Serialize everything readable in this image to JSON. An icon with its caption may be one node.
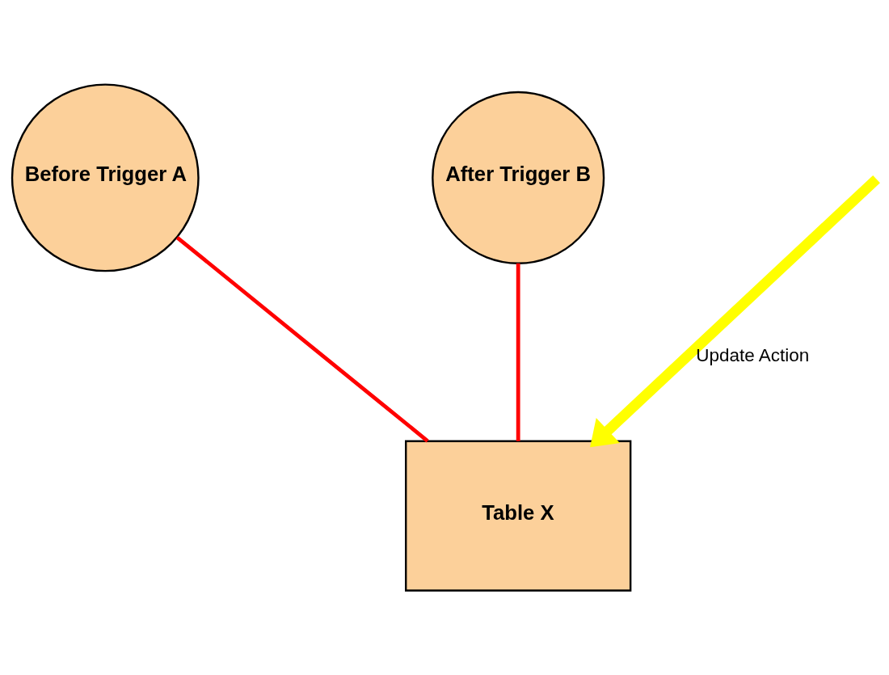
{
  "diagram": {
    "nodes": [
      {
        "text": [
          "Before Trigger A"
        ]
      },
      {
        "text": [
          "After Trigger B"
        ]
      },
      {
        "text": [
          "Table X"
        ]
      }
    ],
    "edges": [
      {
        "from": 0,
        "to": 2,
        "arrow": "none"
      },
      {
        "from": 1,
        "to": 2,
        "arrow": "none"
      },
      {
        "from": null,
        "to": 2,
        "arrow": "to",
        "label": "Update Action",
        "style": "thick",
        "color": "#ffff00"
      }
    ]
  }
}
